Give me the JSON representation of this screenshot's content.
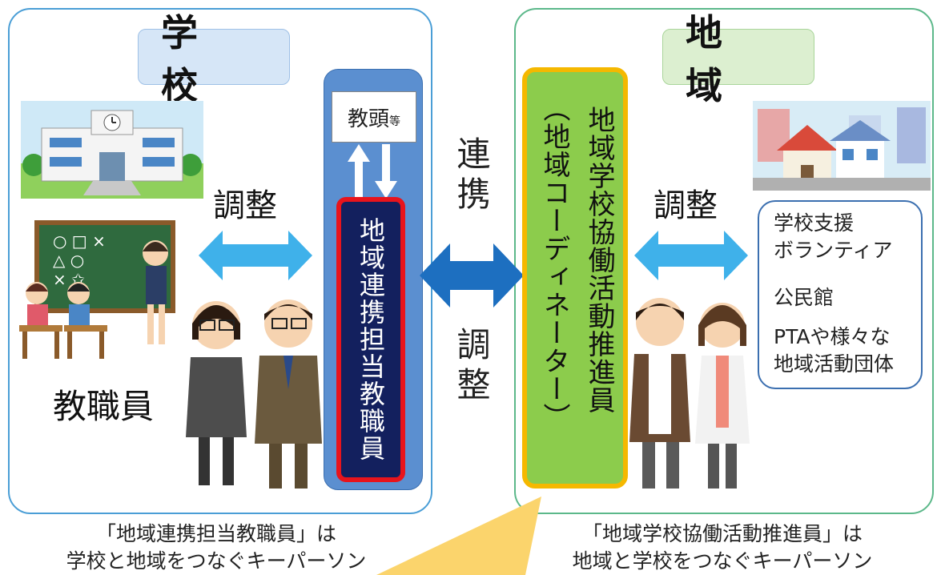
{
  "school": {
    "title": "学 校",
    "adjust_label": "調整",
    "staff_label": "教職員",
    "vice_principal": "教頭",
    "vice_principal_suffix": "等",
    "liaison_staff": "地域連携担当教職員",
    "caption_line1": "「地域連携担当教職員」は",
    "caption_line2": "学校と地域をつなぐキーパーソン"
  },
  "center": {
    "cooperation": "連携",
    "adjust": "調整"
  },
  "community": {
    "title": "地 域",
    "adjust_label": "調整",
    "promoter_main": "地域学校協働活動推進員",
    "promoter_sub": "（地域コーディネーター）",
    "list": {
      "item1_line1": "学校支援",
      "item1_line2": "ボランティア",
      "item2": "公民館",
      "item3_line1": "PTAや様々な",
      "item3_line2": "地域活動団体"
    },
    "caption_line1": "「地域学校協働活動推進員」は",
    "caption_line2": "地域と学校をつなぐキーパーソン"
  },
  "colors": {
    "panel_border": "#4a9ed6",
    "school_title_bg": "#d6e6f7",
    "community_title_bg": "#dcefd0",
    "liaison_column_bg": "#5b8fd0",
    "liaison_box_bg": "#13205e",
    "liaison_box_border": "#e8141c",
    "promoter_bg": "#8ccc4c",
    "promoter_border": "#f5b800",
    "arrow_light": "#3fb1ea",
    "arrow_dark": "#1d6fc0",
    "callout": "#fbd46c"
  }
}
